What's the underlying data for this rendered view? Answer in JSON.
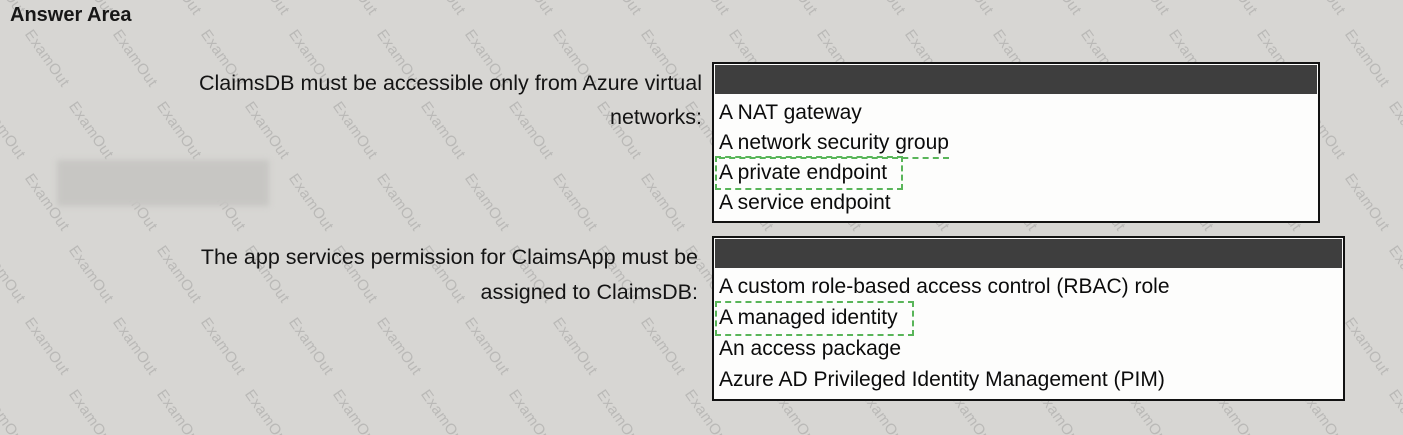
{
  "title": "Answer Area",
  "watermark": {
    "text": "ExamOut"
  },
  "questions": [
    {
      "prompt_lines": [
        "ClaimsDB must be accessible only from Azure virtual",
        "networks:"
      ],
      "options": [
        {
          "label": "A NAT gateway",
          "marked": "none"
        },
        {
          "label": "A network security group",
          "marked": "underline"
        },
        {
          "label": "A private endpoint",
          "marked": "box"
        },
        {
          "label": "A service endpoint",
          "marked": "none"
        }
      ]
    },
    {
      "prompt_lines": [
        "The app services permission for ClaimsApp must be",
        "assigned to ClaimsDB:"
      ],
      "options": [
        {
          "label": "A custom role-based access control (RBAC) role",
          "marked": "none"
        },
        {
          "label": "A managed identity",
          "marked": "box"
        },
        {
          "label": "An access package",
          "marked": "none"
        },
        {
          "label": "Azure AD Privileged Identity Management (PIM)",
          "marked": "none"
        }
      ]
    }
  ]
}
